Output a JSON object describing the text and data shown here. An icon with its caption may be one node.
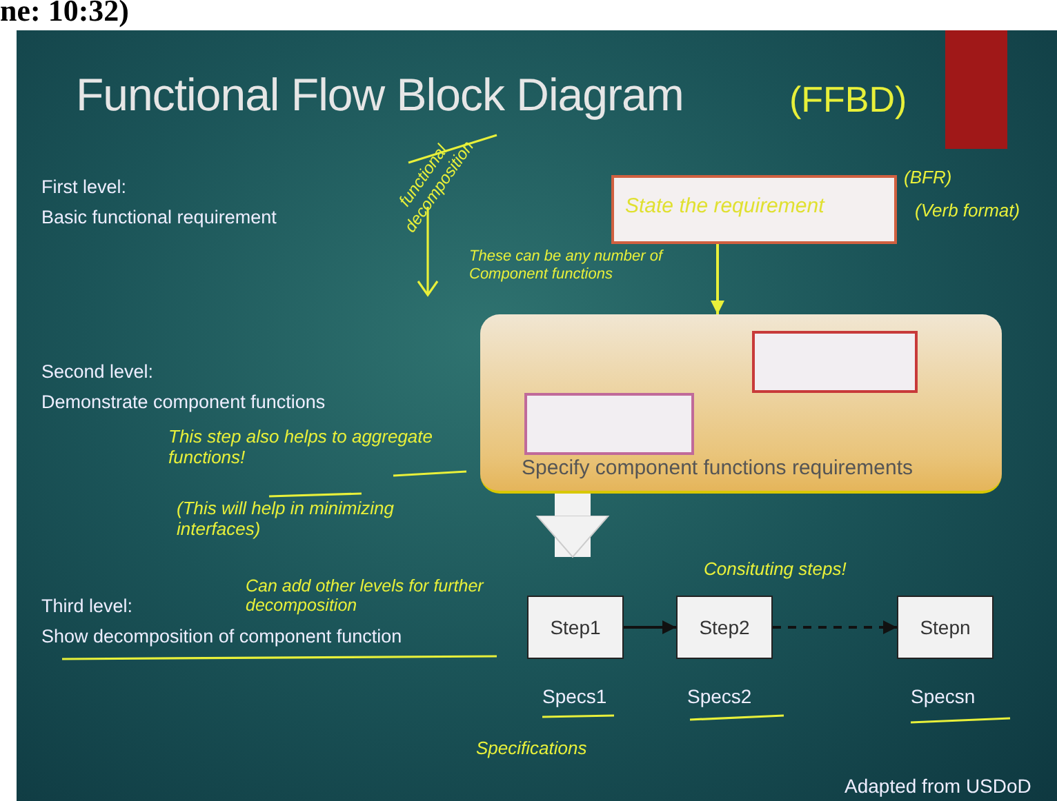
{
  "diagram": {
    "title": "Functional Flow Block Diagram",
    "nodes": [
      {
        "text": [
          "State the requirement"
        ],
        "beside": [
          "(BFR)",
          "(Verb format)"
        ]
      },
      {
        "text": [
          "Specify component functions requirements"
        ]
      },
      {
        "text": [],
        "shape": "box",
        "in": 1
      },
      {
        "text": [],
        "shape": "box",
        "in": 1
      },
      {
        "text": [
          "Step1"
        ],
        "beside": [
          "Specs1"
        ]
      },
      {
        "text": [
          "Step2"
        ],
        "beside": [
          "Specs2"
        ]
      },
      {
        "text": [
          "Stepn"
        ],
        "beside": [
          "Specsn"
        ]
      },
      {
        "text": [],
        "shape": "bar"
      }
    ],
    "edges": [
      {
        "from": 0,
        "to": 1,
        "arrow": "to",
        "color": "#e8f03a"
      },
      {
        "from": 1,
        "to": 4,
        "arrow": "to",
        "style": "thick",
        "color": "#f2f2f2"
      },
      {
        "from": 4,
        "to": 5,
        "arrow": "to"
      },
      {
        "from": 5,
        "to": 6,
        "arrow": "to",
        "style": "dashed"
      }
    ],
    "labels": [
      "ne: 10:32)",
      "(FFBD)",
      "First level:",
      "Basic functional requirement",
      "functional decomposition",
      "These can be any number of Component functions",
      "Second level:",
      "Demonstrate component functions",
      "This step also helps to aggregate functions!",
      "(This will help in minimizing interfaces)",
      "Can add other levels for further decomposition",
      "Third level:",
      "Show decomposition of component function",
      "Consituting steps!",
      "Specifications",
      "Adapted from USDoD"
    ]
  }
}
